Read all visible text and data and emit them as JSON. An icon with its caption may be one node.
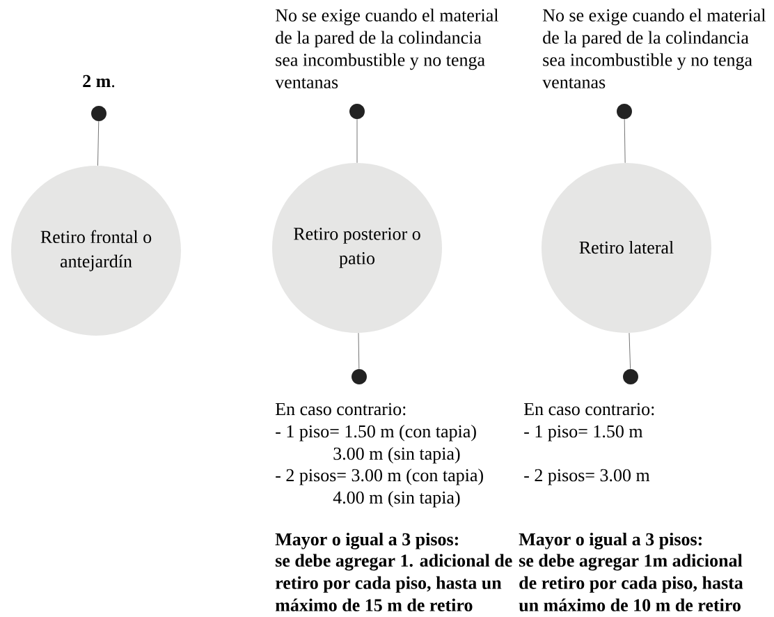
{
  "diagram": {
    "nodes": [
      {
        "text": [],
        "shape": "circle",
        "beside": [
          "**2 m**."
        ]
      },
      {
        "text": [],
        "shape": "circle",
        "beside": [
          "No se exige cuando el material de la pared de la colindancia sea incombustible y no tenga ventanas"
        ]
      },
      {
        "text": [],
        "shape": "circle",
        "beside": [
          "No se exige cuando el material de la pared de la colindancia sea incombustible y no tenga ventanas"
        ]
      },
      {
        "text": [
          "Retiro frontal o antejardín"
        ]
      },
      {
        "text": [
          "Retiro posterior o patio"
        ]
      },
      {
        "text": [
          "Retiro lateral"
        ]
      },
      {
        "text": [],
        "shape": "circle",
        "beside": [
          "En caso contrario:",
          "- 1 piso= 1.50 m (con tapia)",
          "3.00 m (sin tapia)",
          "- 2 pisos= 3.00 m (con tapia)",
          "4.00 m (sin tapia)",
          "Mayor o igual a 3 pisos:",
          "se debe agregar 1. adicional de retiro por cada piso, hasta un máximo de 15 m de retiro"
        ]
      },
      {
        "text": [],
        "shape": "circle",
        "beside": [
          "En caso contrario:",
          "- 1 piso= 1.50 m",
          "- 2 pisos= 3.00 m",
          "Mayor o igual a 3 pisos:",
          "se debe agregar 1m adicional de retiro por cada piso, hasta un máximo de 10 m de retiro"
        ]
      }
    ],
    "edges": [
      {
        "from": 0,
        "to": 3,
        "arrow": "none"
      },
      {
        "from": 1,
        "to": 4,
        "arrow": "none"
      },
      {
        "from": 2,
        "to": 5,
        "arrow": "none"
      },
      {
        "from": 4,
        "to": 6,
        "arrow": "none"
      },
      {
        "from": 5,
        "to": 7,
        "arrow": "none"
      }
    ]
  }
}
